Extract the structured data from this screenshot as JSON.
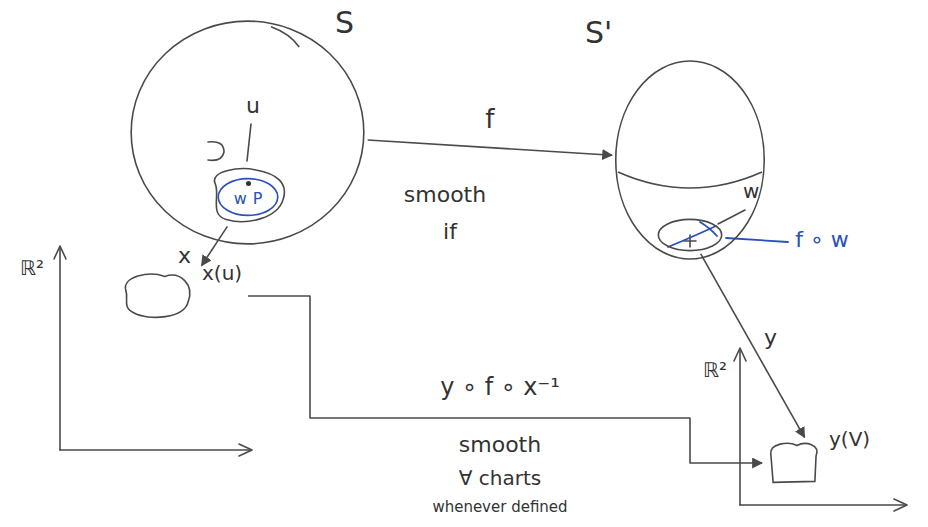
{
  "diagram": {
    "nodes": [
      {
        "text": [
          "S"
        ]
      },
      {
        "text": [
          "u"
        ],
        "in": 0
      },
      {
        "text": [
          "w",
          "P"
        ],
        "in": 1
      },
      {
        "text": [
          "x(u)"
        ]
      },
      {
        "text": [
          "S'"
        ]
      },
      {
        "text": [
          "w"
        ],
        "in": 4
      },
      {
        "text": [
          "y(V)"
        ]
      }
    ],
    "edges": [
      {
        "from": 0,
        "to": 4,
        "label": "f",
        "arrow": "to"
      },
      {
        "from": 1,
        "to": 3,
        "label": "x",
        "arrow": "to"
      },
      {
        "from": 5,
        "to": 6,
        "label": "y",
        "arrow": "to"
      },
      {
        "from": 3,
        "to": 6,
        "label": "y ∘ f ∘ x⁻¹",
        "arrow": "to"
      }
    ],
    "labels": [
      "smooth",
      "if",
      "smooth",
      "∀ charts",
      "whenever defined",
      "ℝ²",
      "ℝ²",
      "f ∘ w"
    ]
  }
}
